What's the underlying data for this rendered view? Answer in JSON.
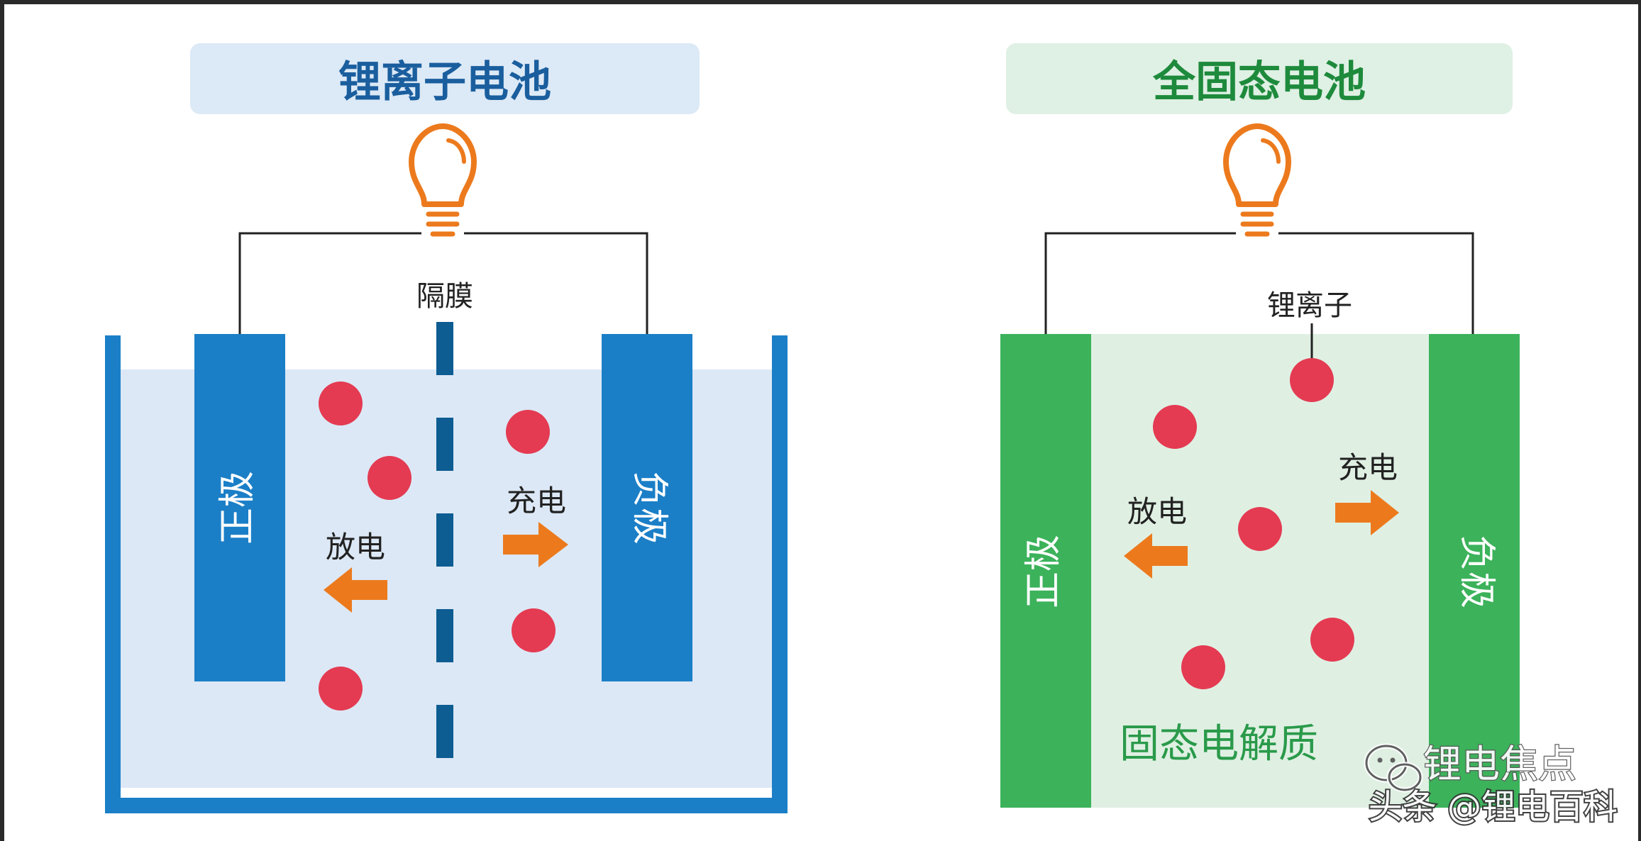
{
  "left": {
    "title": "锂离子电池",
    "separator_label": "隔膜",
    "cathode_label": "正极",
    "anode_label": "负极",
    "discharge_label": "放电",
    "charge_label": "充电"
  },
  "right": {
    "title": "全固态电池",
    "ion_label": "锂离子",
    "cathode_label": "正极",
    "anode_label": "负极",
    "discharge_label": "放电",
    "charge_label": "充电",
    "electrolyte_label": "固态电解质"
  },
  "watermark": {
    "line1": "锂电焦点",
    "line2": "头条 @锂电百科"
  },
  "colors": {
    "blue_electrode": "#1b7fc7",
    "blue_title_bg": "#dce9f6",
    "blue_title_text": "#1a5e9e",
    "blue_electrolyte": "#dce8f6",
    "separator": "#0d5c92",
    "green_electrode": "#3cb25b",
    "green_title_bg": "#dff0e4",
    "green_title_text": "#1e8a3c",
    "green_electrolyte": "#dff0e3",
    "ion": "#e43b52",
    "arrow": "#ec7a1d",
    "bulb": "#ec7a1d"
  }
}
